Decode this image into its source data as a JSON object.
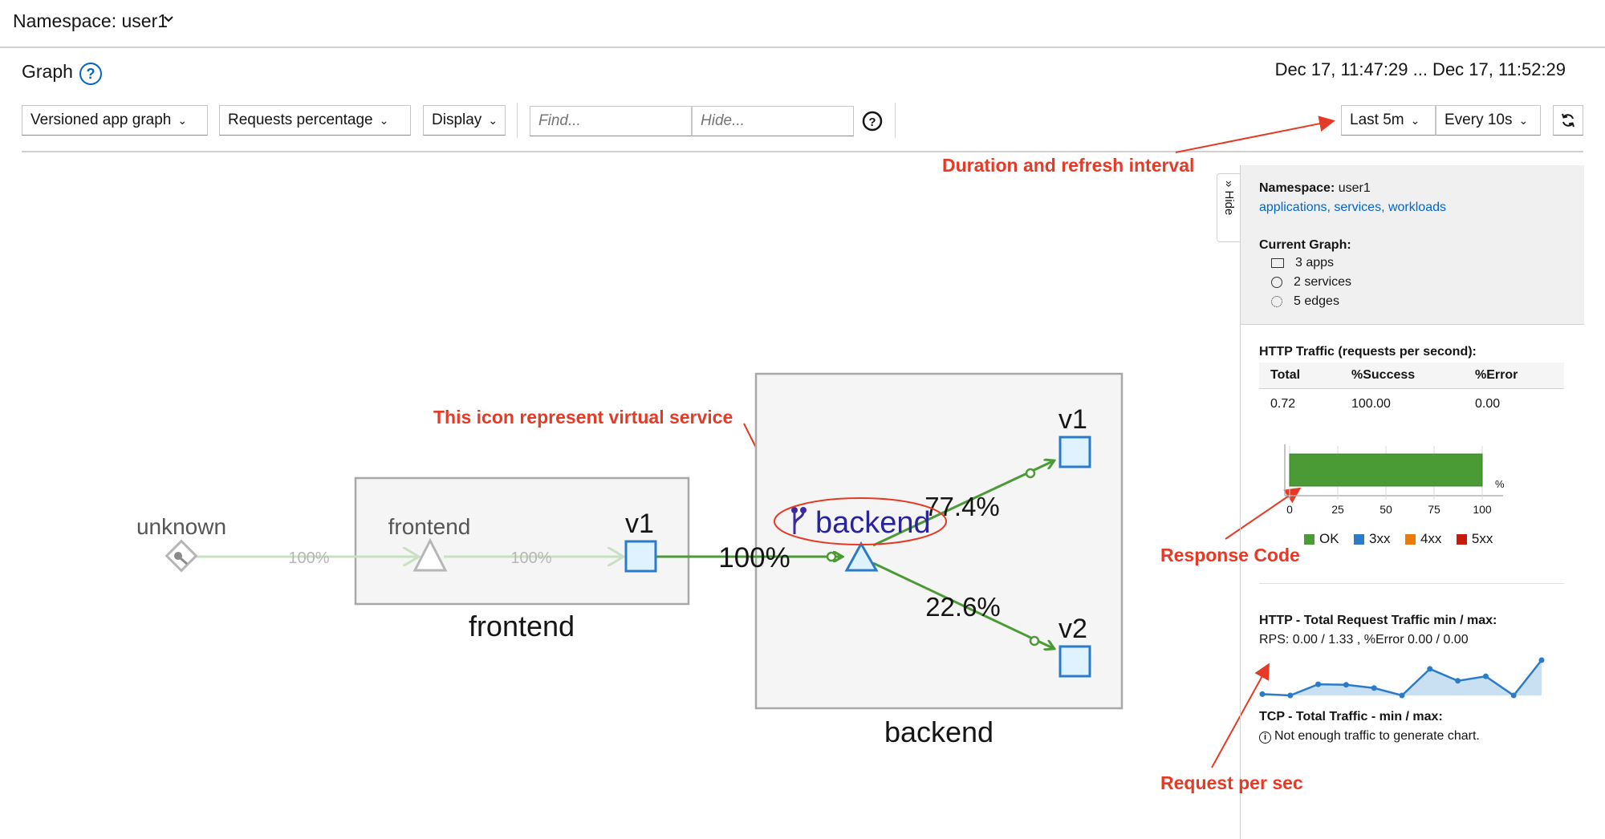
{
  "header": {
    "namespace_label": "Namespace: user1",
    "graph_title": "Graph",
    "time_range": "Dec 17, 11:47:29 ... Dec 17, 11:52:29"
  },
  "toolbar": {
    "graph_type": "Versioned app graph",
    "edge_labels": "Requests percentage",
    "display": "Display",
    "find_placeholder": "Find...",
    "hide_placeholder": "Hide...",
    "duration": "Last 5m",
    "refresh_interval": "Every 10s"
  },
  "annotations": {
    "duration": "Duration and refresh interval",
    "virtual_service": "This icon represent virtual service",
    "response_code": "Response Code",
    "request_per_sec": "Request per sec"
  },
  "graph": {
    "nodes": {
      "unknown": "unknown",
      "frontend_service": "frontend",
      "frontend_v1": "v1",
      "backend_service": "backend",
      "backend_v1": "v1",
      "backend_v2": "v2"
    },
    "boxes": {
      "frontend": "frontend",
      "backend": "backend"
    },
    "edges": {
      "unknown_to_frontend": "100%",
      "frontend_to_v1": "100%",
      "v1_to_backend": "100%",
      "backend_to_v1": "77.4%",
      "backend_to_v2": "22.6%"
    }
  },
  "side_panel": {
    "hide_label": "Hide",
    "namespace_key": "Namespace:",
    "namespace_value": "user1",
    "links": [
      "applications",
      "services",
      "workloads"
    ],
    "current_graph_label": "Current Graph:",
    "apps": "3 apps",
    "services": "2 services",
    "edges": "5 edges",
    "http_traffic_title": "HTTP Traffic (requests per second):",
    "table": {
      "headers": [
        "Total",
        "%Success",
        "%Error"
      ],
      "row": [
        "0.72",
        "100.00",
        "0.00"
      ]
    },
    "response_chart": {
      "ticks": [
        "0",
        "25",
        "50",
        "75",
        "100"
      ],
      "unit": "%",
      "legend": [
        {
          "label": "OK",
          "color": "#4a9b35"
        },
        {
          "label": "3xx",
          "color": "#2b7bc9"
        },
        {
          "label": "4xx",
          "color": "#ec7a08"
        },
        {
          "label": "5xx",
          "color": "#c9190b"
        }
      ]
    },
    "http_total_title": "HTTP - Total Request Traffic min / max:",
    "http_total_values": "RPS: 0.00 / 1.33 , %Error 0.00 / 0.00",
    "tcp_title": "TCP - Total Traffic - min / max:",
    "tcp_message": "Not enough traffic to generate chart."
  },
  "chart_data": [
    {
      "type": "bar",
      "orientation": "horizontal",
      "categories": [
        "HTTP"
      ],
      "series": [
        {
          "name": "OK",
          "values": [
            100
          ]
        },
        {
          "name": "3xx",
          "values": [
            0
          ]
        },
        {
          "name": "4xx",
          "values": [
            0
          ]
        },
        {
          "name": "5xx",
          "values": [
            0
          ]
        }
      ],
      "xlim": [
        0,
        100
      ],
      "unit": "%"
    },
    {
      "type": "area",
      "y": [
        0.05,
        0.0,
        0.42,
        0.4,
        0.28,
        0.0,
        1.0,
        0.55,
        0.72,
        0.0,
        1.33
      ],
      "ylim": [
        0,
        1.33
      ]
    }
  ]
}
